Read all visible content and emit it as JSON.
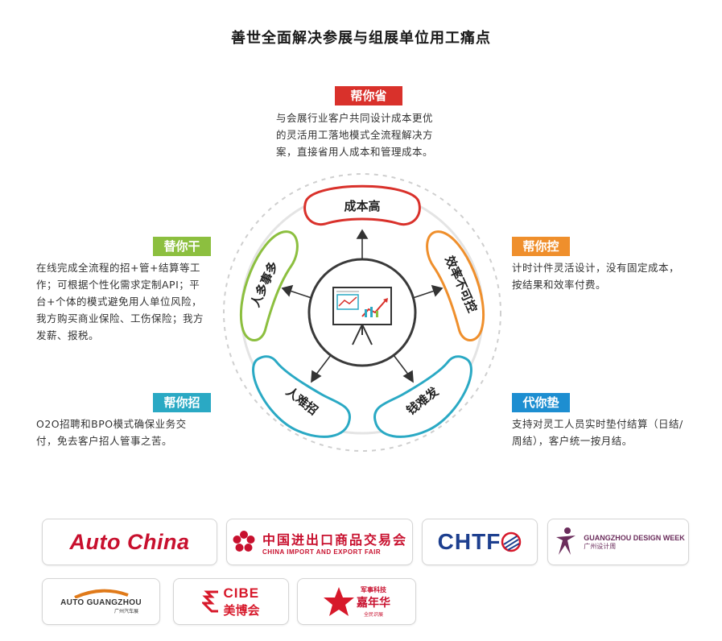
{
  "title": "善世全面解决参展与组展单位用工痛点",
  "colors": {
    "red": "#d9312b",
    "orange": "#ef8f2c",
    "green": "#8cbf3f",
    "teal": "#2aa9c4",
    "blue": "#1d8ed1"
  },
  "benefits": {
    "save": {
      "tag": "帮你省",
      "text": "与会展行业客户共同设计成本更优\n的灵活用工落地模式全流程解决方\n案，直接省用人成本和管理成本。"
    },
    "control": {
      "tag": "帮你控",
      "text": "计时计件灵活设计，没有固定成本，\n按结果和效率付费。"
    },
    "work": {
      "tag": "替你干",
      "text": "在线完成全流程的招+管+结算等工\n作；可根据个性化需求定制API；平\n台+个体的模式避免用人单位风险，\n我方购买商业保险、工伤保险；我方\n发薪、报税。"
    },
    "recruit": {
      "tag": "帮你招",
      "text": "O2O招聘和BPO模式确保业务交\n付，免去客户招人管事之苦。"
    },
    "advance": {
      "tag": "代你垫",
      "text": "支持对灵工人员实时垫付结算（日结/\n周结），客户统一按月结。"
    }
  },
  "pain_points": {
    "cost": "成本高",
    "efficiency": "效率不可控",
    "pay": "钱难发",
    "hire": "人难招",
    "tasks": "人多事多"
  },
  "logos": {
    "autochina": "Auto China",
    "cief_cn": "中国进出口商品交易会",
    "cief_en": "CHINA IMPORT AND EXPORT FAIR",
    "chtf": "CHTF",
    "gdw_en": "GUANGZHOU DESIGN WEEK",
    "gdw_cn": "广州设计周",
    "agz_en": "AUTO GUANGZHOU",
    "agz_cn": "广州汽车展",
    "cibe_en": "CIBE",
    "cibe_cn": "美博会",
    "star_cn1": "军事科技",
    "star_cn2": "嘉年华",
    "star_cn3": "全民识展"
  }
}
